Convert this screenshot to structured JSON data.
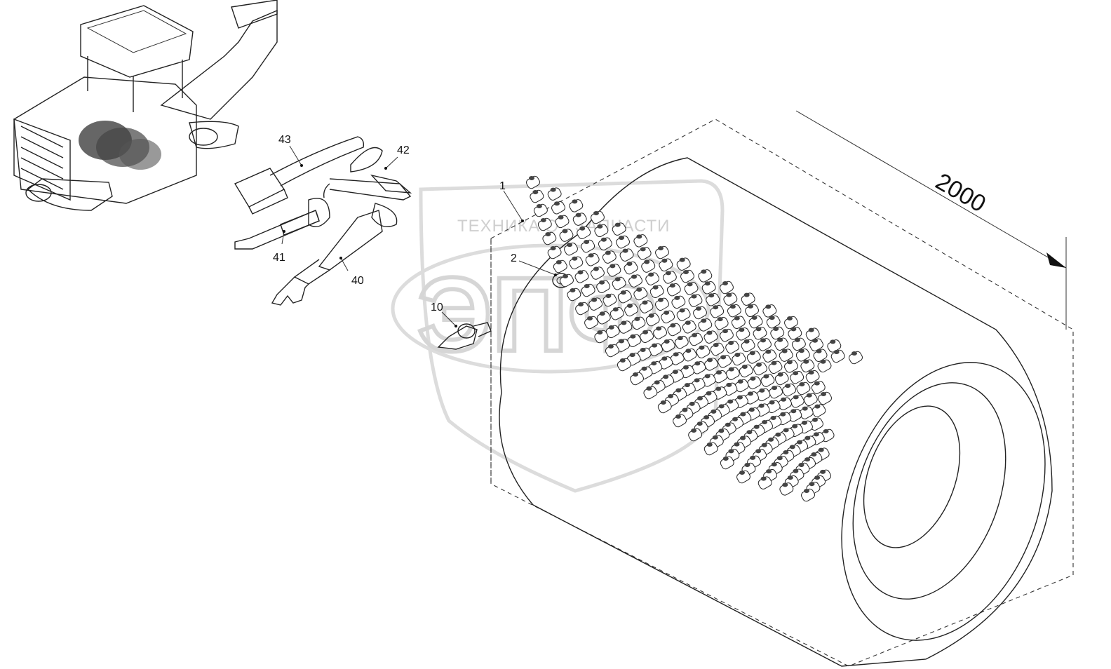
{
  "dimension": {
    "value": "2000"
  },
  "watermark": {
    "left_word": "ТЕХНИКА",
    "right_word": "ЗАПЧАСТИ",
    "logo_letters": "ЭПФ"
  },
  "callouts": [
    {
      "id": "c1",
      "label": "1"
    },
    {
      "id": "c2",
      "label": "2"
    },
    {
      "id": "c10",
      "label": "10"
    },
    {
      "id": "c40",
      "label": "40"
    },
    {
      "id": "c41",
      "label": "41"
    },
    {
      "id": "c42",
      "label": "42"
    },
    {
      "id": "c43",
      "label": "43"
    }
  ],
  "colors": {
    "line": "#222222",
    "watermark": "#d0d0d0",
    "background": "#ffffff"
  }
}
